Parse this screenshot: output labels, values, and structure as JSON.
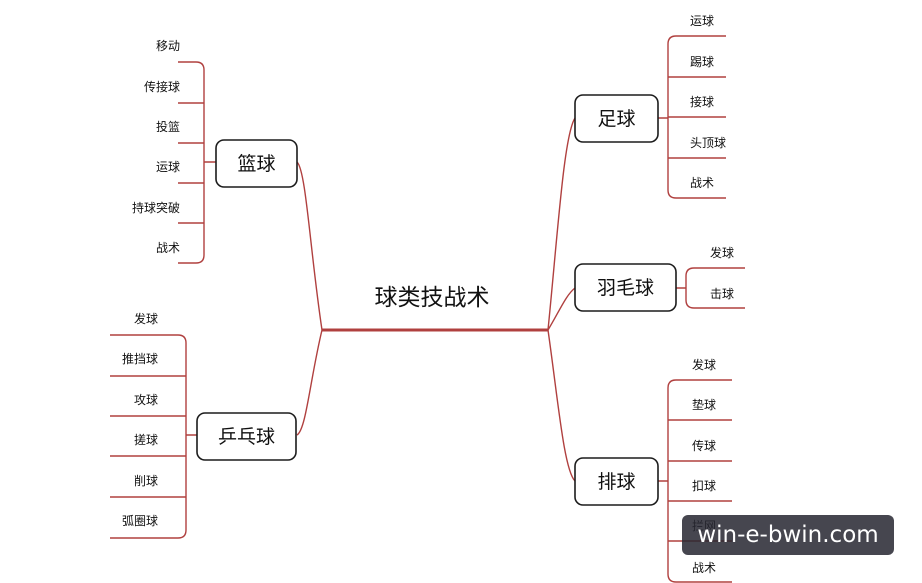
{
  "root": "球类技战术",
  "branches": [
    {
      "id": "basketball",
      "label": "篮球",
      "side": "left",
      "children": [
        "移动",
        "传接球",
        "投篮",
        "运球",
        "持球突破",
        "战术"
      ]
    },
    {
      "id": "pingpong",
      "label": "乒乓球",
      "side": "left",
      "children": [
        "发球",
        "推挡球",
        "攻球",
        "搓球",
        "削球",
        "弧圈球"
      ]
    },
    {
      "id": "football",
      "label": "足球",
      "side": "right",
      "children": [
        "运球",
        "踢球",
        "接球",
        "头顶球",
        "战术"
      ]
    },
    {
      "id": "badminton",
      "label": "羽毛球",
      "side": "right",
      "children": [
        "发球",
        "击球"
      ]
    },
    {
      "id": "volleyball",
      "label": "排球",
      "side": "right",
      "children": [
        "发球",
        "垫球",
        "传球",
        "扣球",
        "拦网",
        "战术"
      ]
    }
  ],
  "watermark": "win-e-bwin.com",
  "colors": {
    "connector": "#b0403f",
    "box_border": "#1c1c1c",
    "watermark_bg": "#2a2a32"
  }
}
